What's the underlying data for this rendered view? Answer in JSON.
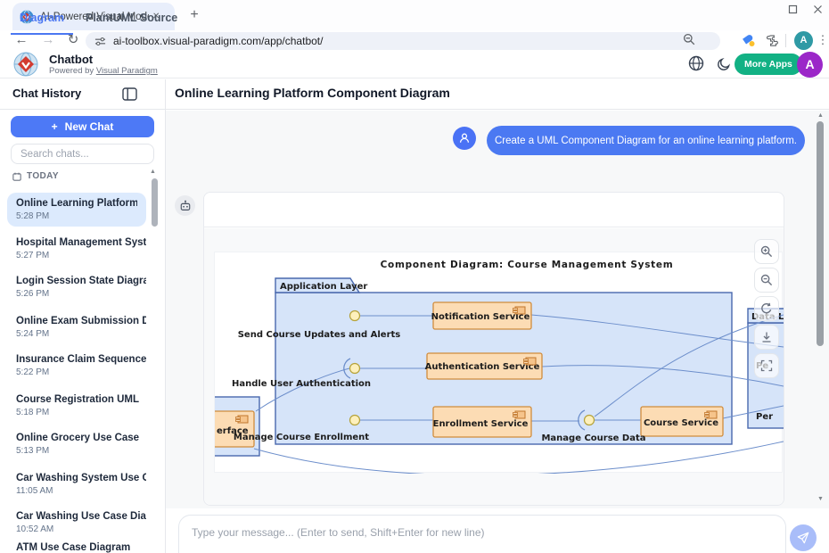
{
  "icons": {
    "back": "←",
    "forward": "→",
    "reload": "↻",
    "kebab": "⋮",
    "plus": "+",
    "tab_close": "✕",
    "up_arrow": "▲",
    "down_arrow": "▼"
  },
  "browser": {
    "tab_title": "AI-Powered Visual Modeling Ch",
    "url": "ai-toolbox.visual-paradigm.com/app/chatbot/",
    "avatar_letter": "A"
  },
  "header": {
    "app_name": "Chatbot",
    "powered_prefix": "Powered by ",
    "powered_link": "Visual Paradigm",
    "more_apps_label": "More Apps",
    "avatar_letter": "A"
  },
  "subheader": {
    "sidebar_title": "Chat History",
    "page_title": "Online Learning Platform Component Diagram"
  },
  "sidebar": {
    "new_chat_label": "New Chat",
    "search_placeholder": "Search chats...",
    "section_label": "TODAY",
    "items": [
      {
        "title": "Online Learning Platform Co...",
        "time": "5:28 PM"
      },
      {
        "title": "Hospital Management Syste...",
        "time": "5:27 PM"
      },
      {
        "title": "Login Session State Diagram",
        "time": "5:26 PM"
      },
      {
        "title": "Online Exam Submission Dia...",
        "time": "5:24 PM"
      },
      {
        "title": "Insurance Claim Sequence",
        "time": "5:22 PM"
      },
      {
        "title": "Course Registration UML",
        "time": "5:18 PM"
      },
      {
        "title": "Online Grocery Use Case",
        "time": "5:13 PM"
      },
      {
        "title": "Car Washing System Use Case",
        "time": "11:05 AM"
      },
      {
        "title": "Car Washing Use Case Diagr...",
        "time": "10:52 AM"
      },
      {
        "title": "ATM Use Case Diagram",
        "time": ""
      }
    ]
  },
  "chat": {
    "user_message": "Create a UML Component Diagram for an online learning platform.",
    "tab_diagram": "Diagram",
    "tab_source": "PlantUML Source",
    "input_placeholder": "Type your message... (Enter to send, Shift+Enter for new line)"
  },
  "diagram": {
    "title": "Component Diagram: Course Management System",
    "package_application": "Application Layer",
    "package_data_partial": "Data L",
    "components": {
      "notification": "Notification Service",
      "authentication": "Authentication Service",
      "enrollment": "Enrollment Service",
      "course": "Course Service",
      "interface_partial": "erface"
    },
    "interfaces": {
      "send_updates": "Send Course Updates and Alerts",
      "handle_auth": "Handle User Authentication",
      "manage_enrollment": "Manage Course Enrollment",
      "manage_data": "Manage Course Data"
    },
    "data_layer_labels": {
      "p1": "Pe",
      "p2": "Per"
    },
    "colors": {
      "package_fill": "#d6e4f9",
      "package_border": "#4968ad",
      "component_fill": "#fcdcb4",
      "component_border": "#d08c3c",
      "line": "#6c8ecb",
      "lollipop_fill": "#fdf0bc",
      "lollipop_border": "#b5a23a",
      "accent_blue": "#4b79f2",
      "accent_green": "#12b184",
      "avatar_purple": "#9b27c8"
    }
  }
}
